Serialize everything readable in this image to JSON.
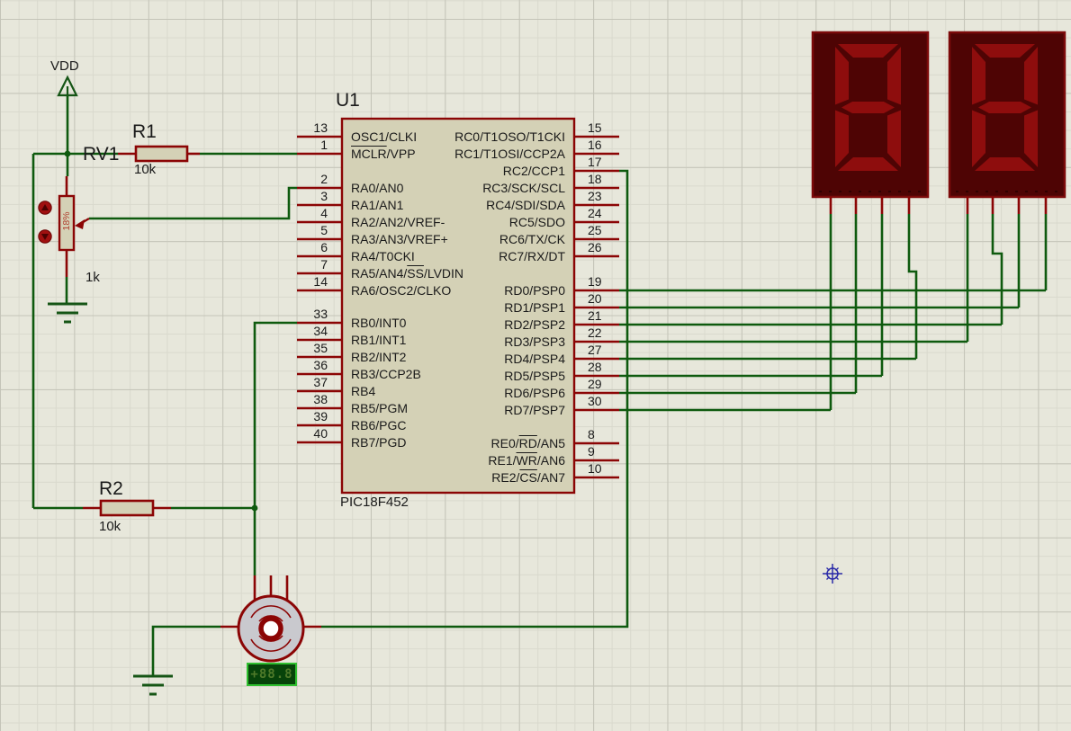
{
  "schematic": {
    "power_label": "VDD",
    "chip": {
      "ref": "U1",
      "part": "PIC18F452",
      "pins_left": [
        {
          "num": "13",
          "label": "OSC1/CLKI"
        },
        {
          "num": "1",
          "label": "«MCLR»/VPP"
        },
        {
          "num": "2",
          "label": "RA0/AN0"
        },
        {
          "num": "3",
          "label": "RA1/AN1"
        },
        {
          "num": "4",
          "label": "RA2/AN2/VREF-"
        },
        {
          "num": "5",
          "label": "RA3/AN3/VREF+"
        },
        {
          "num": "6",
          "label": "RA4/T0CKI"
        },
        {
          "num": "7",
          "label": "RA5/AN4/«SS»/LVDIN"
        },
        {
          "num": "14",
          "label": "RA6/OSC2/CLKO"
        },
        {
          "num": "33",
          "label": "RB0/INT0"
        },
        {
          "num": "34",
          "label": "RB1/INT1"
        },
        {
          "num": "35",
          "label": "RB2/INT2"
        },
        {
          "num": "36",
          "label": "RB3/CCP2B"
        },
        {
          "num": "37",
          "label": "RB4"
        },
        {
          "num": "38",
          "label": "RB5/PGM"
        },
        {
          "num": "39",
          "label": "RB6/PGC"
        },
        {
          "num": "40",
          "label": "RB7/PGD"
        }
      ],
      "pins_right": [
        {
          "num": "15",
          "label": "RC0/T1OSO/T1CKI"
        },
        {
          "num": "16",
          "label": "RC1/T1OSI/CCP2A"
        },
        {
          "num": "17",
          "label": "RC2/CCP1"
        },
        {
          "num": "18",
          "label": "RC3/SCK/SCL"
        },
        {
          "num": "23",
          "label": "RC4/SDI/SDA"
        },
        {
          "num": "24",
          "label": "RC5/SDO"
        },
        {
          "num": "25",
          "label": "RC6/TX/CK"
        },
        {
          "num": "26",
          "label": "RC7/RX/DT"
        },
        {
          "num": "19",
          "label": "RD0/PSP0"
        },
        {
          "num": "20",
          "label": "RD1/PSP1"
        },
        {
          "num": "21",
          "label": "RD2/PSP2"
        },
        {
          "num": "22",
          "label": "RD3/PSP3"
        },
        {
          "num": "27",
          "label": "RD4/PSP4"
        },
        {
          "num": "28",
          "label": "RD5/PSP5"
        },
        {
          "num": "29",
          "label": "RD6/PSP6"
        },
        {
          "num": "30",
          "label": "RD7/PSP7"
        },
        {
          "num": "8",
          "label": "RE0/«RD»/AN5"
        },
        {
          "num": "9",
          "label": "RE1/«WR»/AN6"
        },
        {
          "num": "10",
          "label": "RE2/«CS»/AN7"
        }
      ]
    },
    "resistor1": {
      "ref": "R1",
      "value": "10k"
    },
    "resistor2": {
      "ref": "R2",
      "value": "10k"
    },
    "potentiometer": {
      "ref": "RV1",
      "value": "1k",
      "percent": "18%"
    },
    "motor_readout": "+88.8"
  },
  "colors": {
    "wire_green": "#0e5a0e",
    "symbol_green": "#155515",
    "component_red": "#8b0505",
    "component_fill": "#d4d1b6",
    "display_body": "#4e0404",
    "display_border": "#7c0a0a",
    "segment_red": "#8e0d0d",
    "motor_fill": "#c9c9ce",
    "readout_bg": "#07430a",
    "readout_border": "#2fbf2f",
    "readout_text": "#4f7a2a",
    "actuator_red": "#a01010",
    "pot_percent_red": "#b04030",
    "marker_blue": "#2a2aa8"
  }
}
